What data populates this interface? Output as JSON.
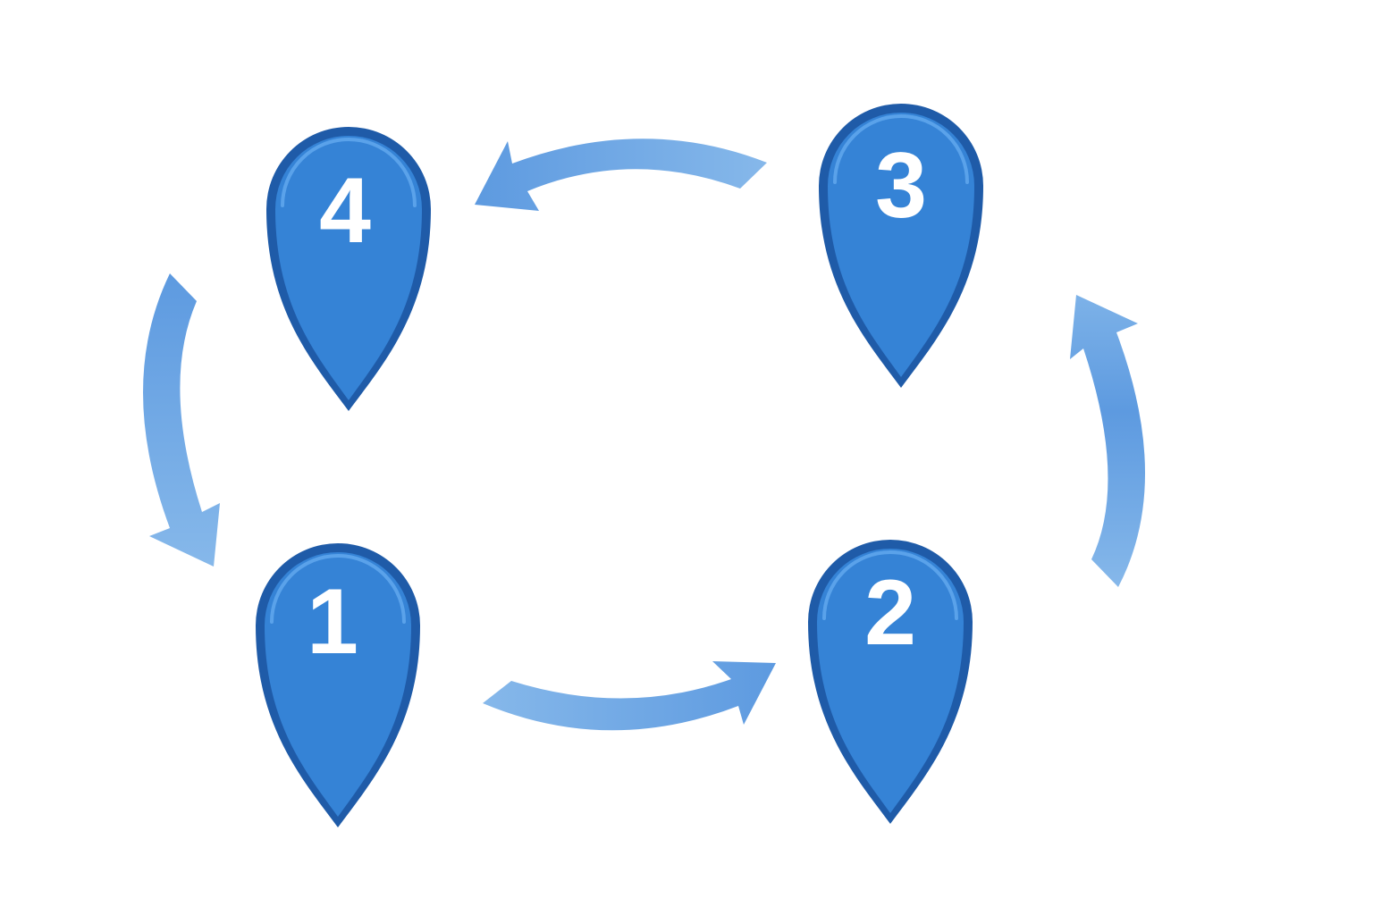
{
  "colors": {
    "pin_fill": "#3583d6",
    "pin_outline": "#1f5ba8",
    "pin_highlight": "#5aa2ea",
    "pin_text": "#ffffff",
    "arrow_light": "#86b8ea",
    "arrow_dark": "#5d9ae0",
    "background": "#ffffff"
  },
  "pins": [
    {
      "id": "1",
      "label": "1",
      "icon": "location-pin-icon"
    },
    {
      "id": "2",
      "label": "2",
      "icon": "location-pin-icon"
    },
    {
      "id": "3",
      "label": "3",
      "icon": "location-pin-icon"
    },
    {
      "id": "4",
      "label": "4",
      "icon": "location-pin-icon"
    }
  ],
  "arrows": [
    {
      "from": "1",
      "to": "2",
      "icon": "curved-arrow-icon"
    },
    {
      "from": "2",
      "to": "3",
      "icon": "curved-arrow-icon"
    },
    {
      "from": "3",
      "to": "4",
      "icon": "curved-arrow-icon"
    },
    {
      "from": "4",
      "to": "1",
      "icon": "curved-arrow-icon"
    }
  ]
}
